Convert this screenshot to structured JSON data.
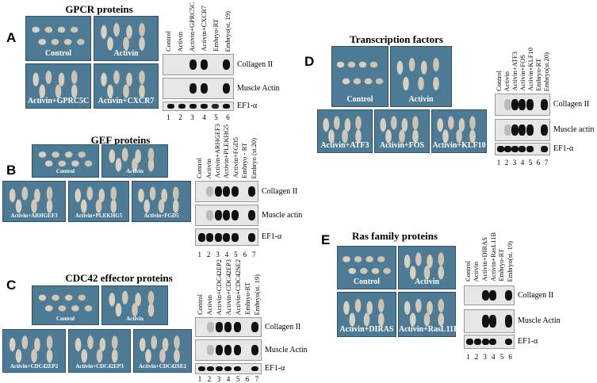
{
  "panels": [
    {
      "id": "A",
      "title": "GPCR proteins",
      "photos": [
        "Control",
        "Activin",
        "Activin+GPRC5C",
        "Activin+CXCR7"
      ],
      "lanes": [
        "Control",
        "Activin",
        "Activin+GPRC5C",
        "Activin+CXCR7",
        "Embryo-RT",
        "Embryo(st. 19)"
      ],
      "rows": [
        {
          "label": "Collagen II",
          "bands": [
            0,
            0,
            1,
            1,
            0,
            1
          ]
        },
        {
          "label": "Muscle Actin",
          "bands": [
            0,
            0,
            1,
            1,
            0,
            1
          ]
        },
        {
          "label": "EF1-α",
          "bands": [
            1,
            1,
            1,
            1,
            0.9,
            1
          ]
        }
      ],
      "numbers": [
        "1",
        "2",
        "3",
        "4",
        "5",
        "6"
      ]
    },
    {
      "id": "B",
      "title": "GEF proteins",
      "photos": [
        "Control",
        "Activin",
        "Activin+ARHGEF3",
        "Activin+PLEKHG5",
        "Activin+FGD5"
      ],
      "lanes": [
        "Control",
        "Activin",
        "Activin+ARHGEF3",
        "Activin+PLEKHG5",
        "Activin+FGD5",
        "Embryo - RT",
        "Embryo (st.20)"
      ],
      "rows": [
        {
          "label": "Collagen II",
          "bands": [
            0,
            0.2,
            1,
            1,
            1,
            0,
            1
          ]
        },
        {
          "label": "Muscle actin",
          "bands": [
            0,
            0.2,
            1,
            1,
            1,
            0,
            1
          ]
        },
        {
          "label": "EF1-α",
          "bands": [
            1,
            1,
            1,
            1,
            1,
            0,
            1
          ]
        }
      ],
      "numbers": [
        "1",
        "2",
        "3",
        "4",
        "5",
        "6",
        "7"
      ]
    },
    {
      "id": "C",
      "title": "CDC42 effector proteins",
      "photos": [
        "Control",
        "Activin",
        "Activin+CDC42EP2",
        "Activin+CDC42EP3",
        "Activin+CDC42SE2"
      ],
      "lanes": [
        "Control",
        "Activin",
        "Activin+CDC42EP2",
        "Activin+CDC42EP3",
        "Activin+CDC42SE2",
        "Embryo-RT",
        "Embryo(st. 19)"
      ],
      "rows": [
        {
          "label": "Collagen II",
          "bands": [
            0,
            0.2,
            1,
            1,
            1,
            0,
            1
          ]
        },
        {
          "label": "Muscle Actin",
          "bands": [
            0,
            0.2,
            1,
            1,
            1,
            0,
            1
          ]
        },
        {
          "label": "EF1-α",
          "bands": [
            1,
            1,
            1,
            1,
            1,
            0,
            1
          ]
        }
      ],
      "numbers": [
        "1",
        "2",
        "3",
        "4",
        "5",
        "6",
        "7"
      ]
    },
    {
      "id": "D",
      "title": "Transcription factors",
      "photos": [
        "Control",
        "Activin",
        "Activin+ATF3",
        "Activin+FOS",
        "Activin+KLF10"
      ],
      "lanes": [
        "Control",
        "Activin",
        "Activin+ATF3",
        "Activin+FOS",
        "Activin+KLF10",
        "Embryo-RT",
        "Embryo(st.20)"
      ],
      "rows": [
        {
          "label": "Collagen II",
          "bands": [
            0,
            0.2,
            1,
            1,
            1,
            0,
            1
          ]
        },
        {
          "label": "Muscle actin",
          "bands": [
            0,
            0.2,
            1,
            1,
            1,
            0,
            1
          ]
        },
        {
          "label": "EF1-α",
          "bands": [
            1,
            1,
            1,
            1,
            1,
            0,
            1
          ]
        }
      ],
      "numbers": [
        "1",
        "2",
        "3",
        "4",
        "5",
        "6",
        "7"
      ]
    },
    {
      "id": "E",
      "title": "Ras family proteins",
      "photos": [
        "Control",
        "Activin",
        "Activin+DIRAS",
        "Activin+RasL11B"
      ],
      "lanes": [
        "Control",
        "Activin",
        "Activin+DIRAS",
        "Activin+RasL11B",
        "Embryo-RT",
        "Embryo(st. 19)"
      ],
      "rows": [
        {
          "label": "Collagen II",
          "bands": [
            0,
            0,
            1,
            1,
            0,
            1
          ]
        },
        {
          "label": "Muscle Actin",
          "bands": [
            0,
            0,
            1,
            1,
            0,
            1
          ]
        },
        {
          "label": "EF1-α",
          "bands": [
            1,
            1,
            1,
            1,
            0,
            1
          ]
        }
      ],
      "numbers": [
        "1",
        "2",
        "3",
        "4",
        "5",
        "6"
      ]
    }
  ]
}
